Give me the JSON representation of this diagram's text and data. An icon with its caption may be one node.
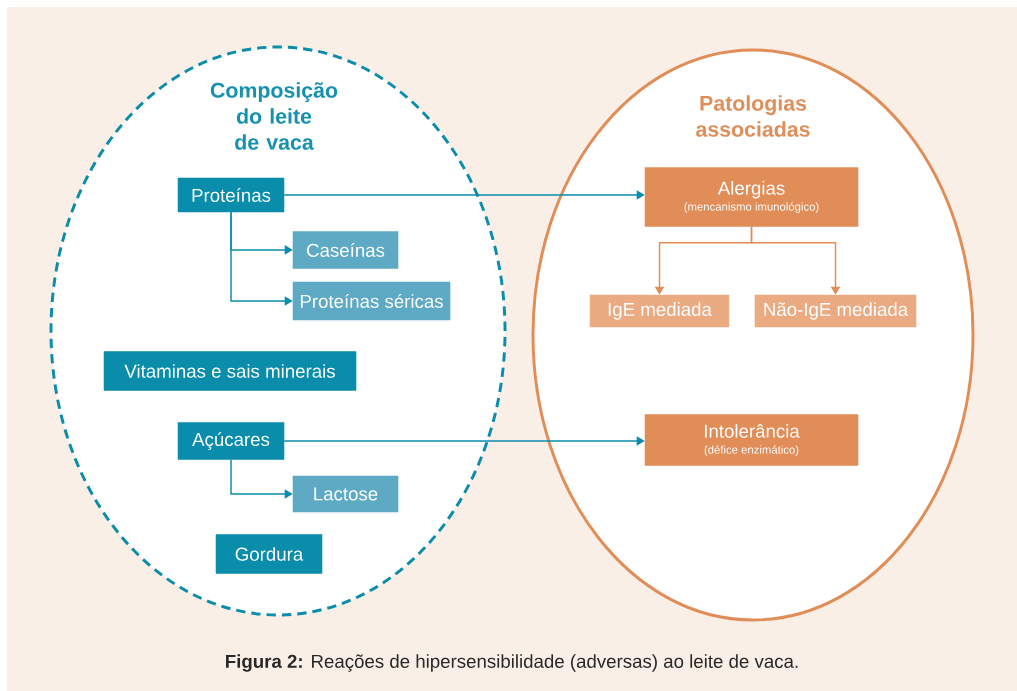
{
  "diagram": {
    "caption": "**Figura 2:** Reações de hipersensibilidade (adversas) ao leite de vaca.",
    "nodes": [
      {
        "text": [
          "Composição do leite de vaca"
        ]
      },
      {
        "text": [
          "Patologias associadas"
        ]
      },
      {
        "text": [
          "Proteínas"
        ],
        "in": 0
      },
      {
        "text": [
          "Caseínas"
        ],
        "in": 0
      },
      {
        "text": [
          "Proteínas séricas"
        ],
        "in": 0
      },
      {
        "text": [
          "Vitaminas e sais minerais"
        ],
        "in": 0
      },
      {
        "text": [
          "Açúcares"
        ],
        "in": 0
      },
      {
        "text": [
          "Lactose"
        ],
        "in": 0
      },
      {
        "text": [
          "Gordura"
        ],
        "in": 0
      },
      {
        "text": [
          "Alergias",
          "(mencanismo imunológico)"
        ],
        "in": 1
      },
      {
        "text": [
          "IgE mediada"
        ],
        "in": 1
      },
      {
        "text": [
          "Não-IgE mediada"
        ],
        "in": 1
      },
      {
        "text": [
          "Intolerância",
          "(défice enzimático)"
        ],
        "in": 1
      }
    ],
    "edges": [
      {
        "from": 2,
        "to": 9,
        "arrow": "to"
      },
      {
        "from": 2,
        "to": 3,
        "arrow": "to"
      },
      {
        "from": 2,
        "to": 4,
        "arrow": "to"
      },
      {
        "from": 9,
        "to": 10,
        "arrow": "to",
        "color": "#e08d58"
      },
      {
        "from": 9,
        "to": 11,
        "arrow": "to",
        "color": "#e08d58"
      },
      {
        "from": 6,
        "to": 12,
        "arrow": "to"
      },
      {
        "from": 6,
        "to": 7,
        "arrow": "to"
      }
    ]
  }
}
